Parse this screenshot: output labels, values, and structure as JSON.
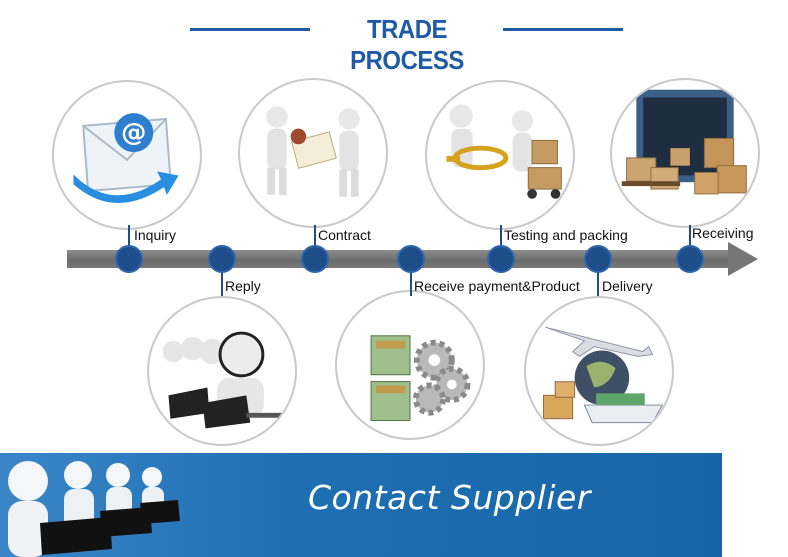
{
  "title": "TRADE PROCESS",
  "steps_top": [
    {
      "label": "Inquiry",
      "icon": "email-at-icon"
    },
    {
      "label": "Contract",
      "icon": "contract-handshake-icon"
    },
    {
      "label": "Testing and packing",
      "icon": "magnifier-inspection-icon"
    },
    {
      "label": "Receiving",
      "icon": "container-boxes-icon"
    }
  ],
  "steps_bottom": [
    {
      "label": "Reply",
      "icon": "call-center-icon"
    },
    {
      "label": "Receive payment&Product",
      "icon": "money-gears-icon"
    },
    {
      "label": "Delivery",
      "icon": "plane-ship-globe-icon"
    }
  ],
  "banner": {
    "text": "Contact Supplier",
    "icon": "headset-operators-icon"
  },
  "colors": {
    "accent": "#1f5aa6",
    "dot": "#1d4e89",
    "arrow": "#767676",
    "banner": "#1f6fb3"
  }
}
